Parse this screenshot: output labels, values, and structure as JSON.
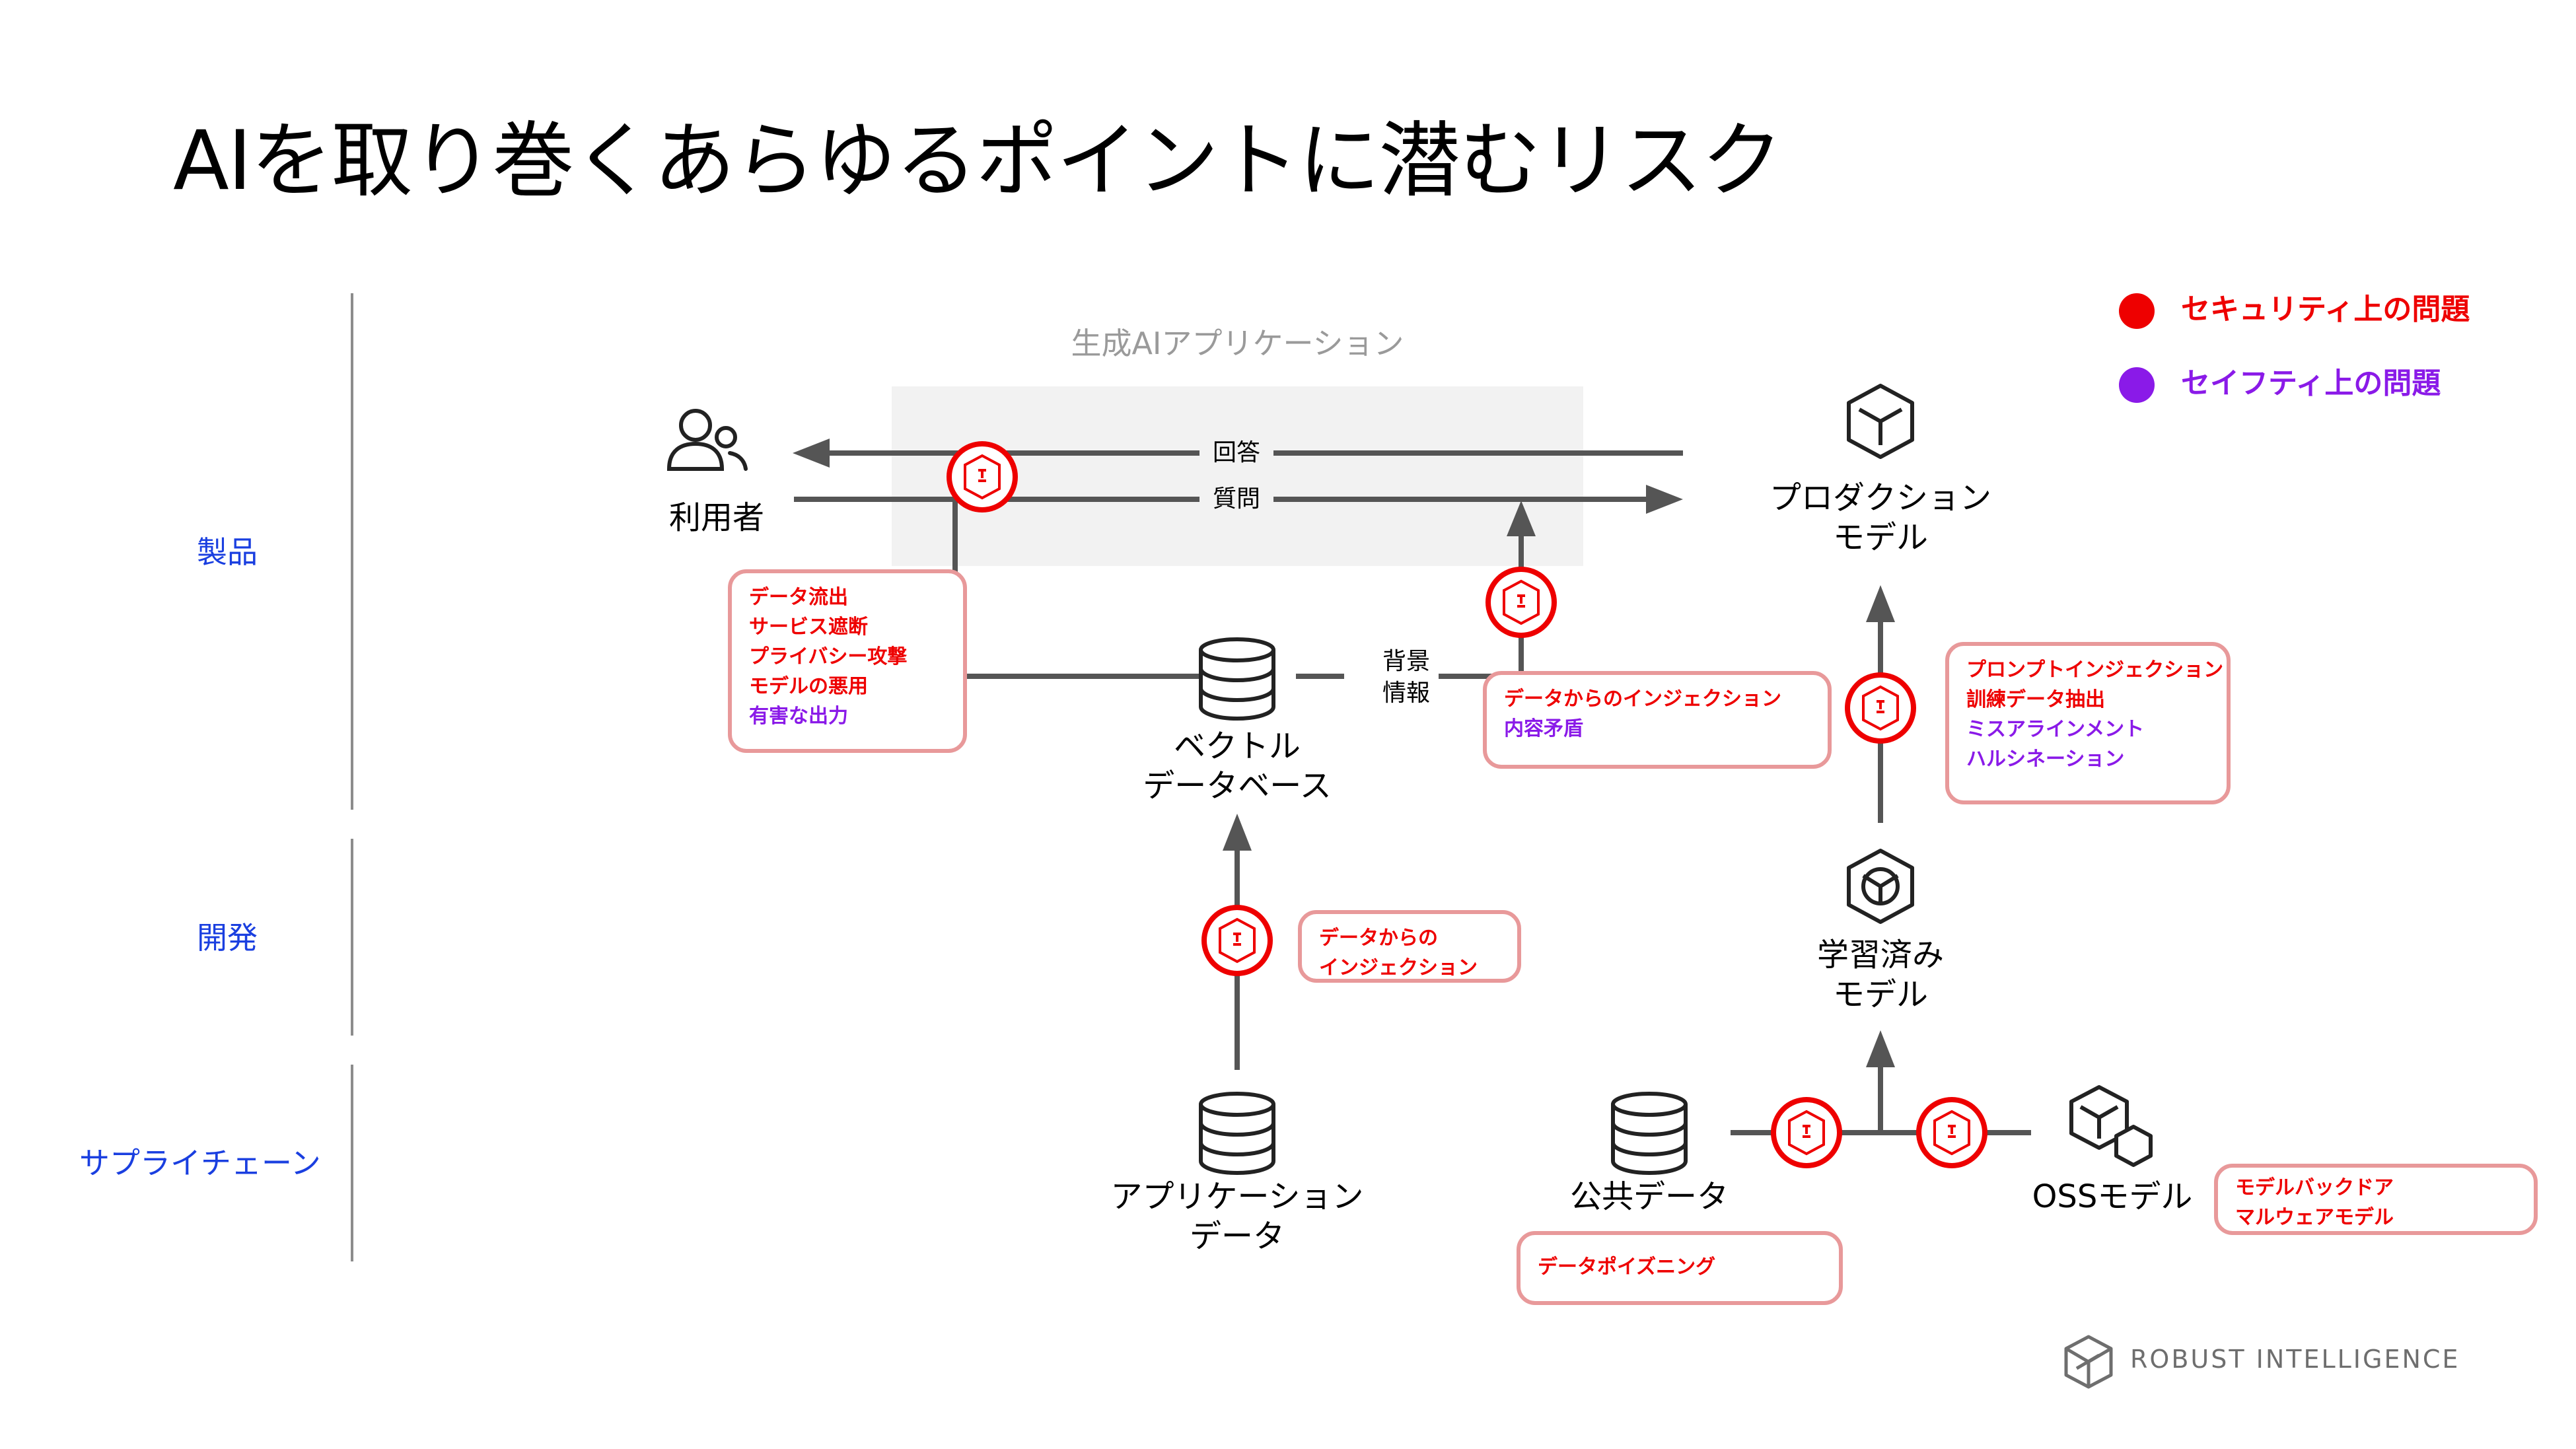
{
  "title": "AIを取り巻くあらゆるポイントに潜むリスク",
  "stages": [
    "製品",
    "開発",
    "サプライチェーン"
  ],
  "legend": [
    {
      "label": "セキュリティ上の問題",
      "color": "#ee0000"
    },
    {
      "label": "セイフティ上の問題",
      "color": "#8a1ae8"
    }
  ],
  "app_area_label": "生成AIアプリケーション",
  "nodes": {
    "user": "利用者",
    "production_model": [
      "プロダクション",
      "モデル"
    ],
    "vector_db": [
      "ベクトル",
      "データベース"
    ],
    "trained_model": [
      "学習済み",
      "モデル"
    ],
    "app_data": [
      "アプリケーション",
      "データ"
    ],
    "public_data": "公共データ",
    "oss_model": "OSSモデル"
  },
  "flow_labels": {
    "answer": "回答",
    "question": "質問",
    "context": [
      "背景",
      "情報"
    ]
  },
  "risk_boxes": {
    "output": [
      {
        "text": "データ流出",
        "type": "security"
      },
      {
        "text": "サービス遮断",
        "type": "security"
      },
      {
        "text": "プライバシー攻撃",
        "type": "security"
      },
      {
        "text": "モデルの悪用",
        "type": "security"
      },
      {
        "text": "有害な出力",
        "type": "safety"
      }
    ],
    "context_injection": [
      {
        "text": "データからのインジェクション",
        "type": "security"
      },
      {
        "text": "内容矛盾",
        "type": "safety"
      }
    ],
    "prompt": [
      {
        "text": "プロンプトインジェクション",
        "type": "security"
      },
      {
        "text": "訓練データ抽出",
        "type": "security"
      },
      {
        "text": "ミスアラインメント",
        "type": "safety"
      },
      {
        "text": "ハルシネーション",
        "type": "safety"
      }
    ],
    "data_injection": [
      {
        "text": "データからの",
        "type": "security"
      },
      {
        "text": "インジェクション",
        "type": "security"
      }
    ],
    "poisoning": [
      {
        "text": "データポイズニング",
        "type": "security"
      }
    ],
    "oss": [
      {
        "text": "モデルバックドア",
        "type": "security"
      },
      {
        "text": "マルウェアモデル",
        "type": "security"
      }
    ]
  },
  "icons": {
    "user": "users-icon",
    "model": "cube-icon",
    "trained": "hex-network-icon",
    "db": "database-icon",
    "oss": "cubes-icon",
    "shield": "shield-badge-icon",
    "brand": "robust-intelligence-logo"
  },
  "brand": "ROBUST INTELLIGENCE"
}
